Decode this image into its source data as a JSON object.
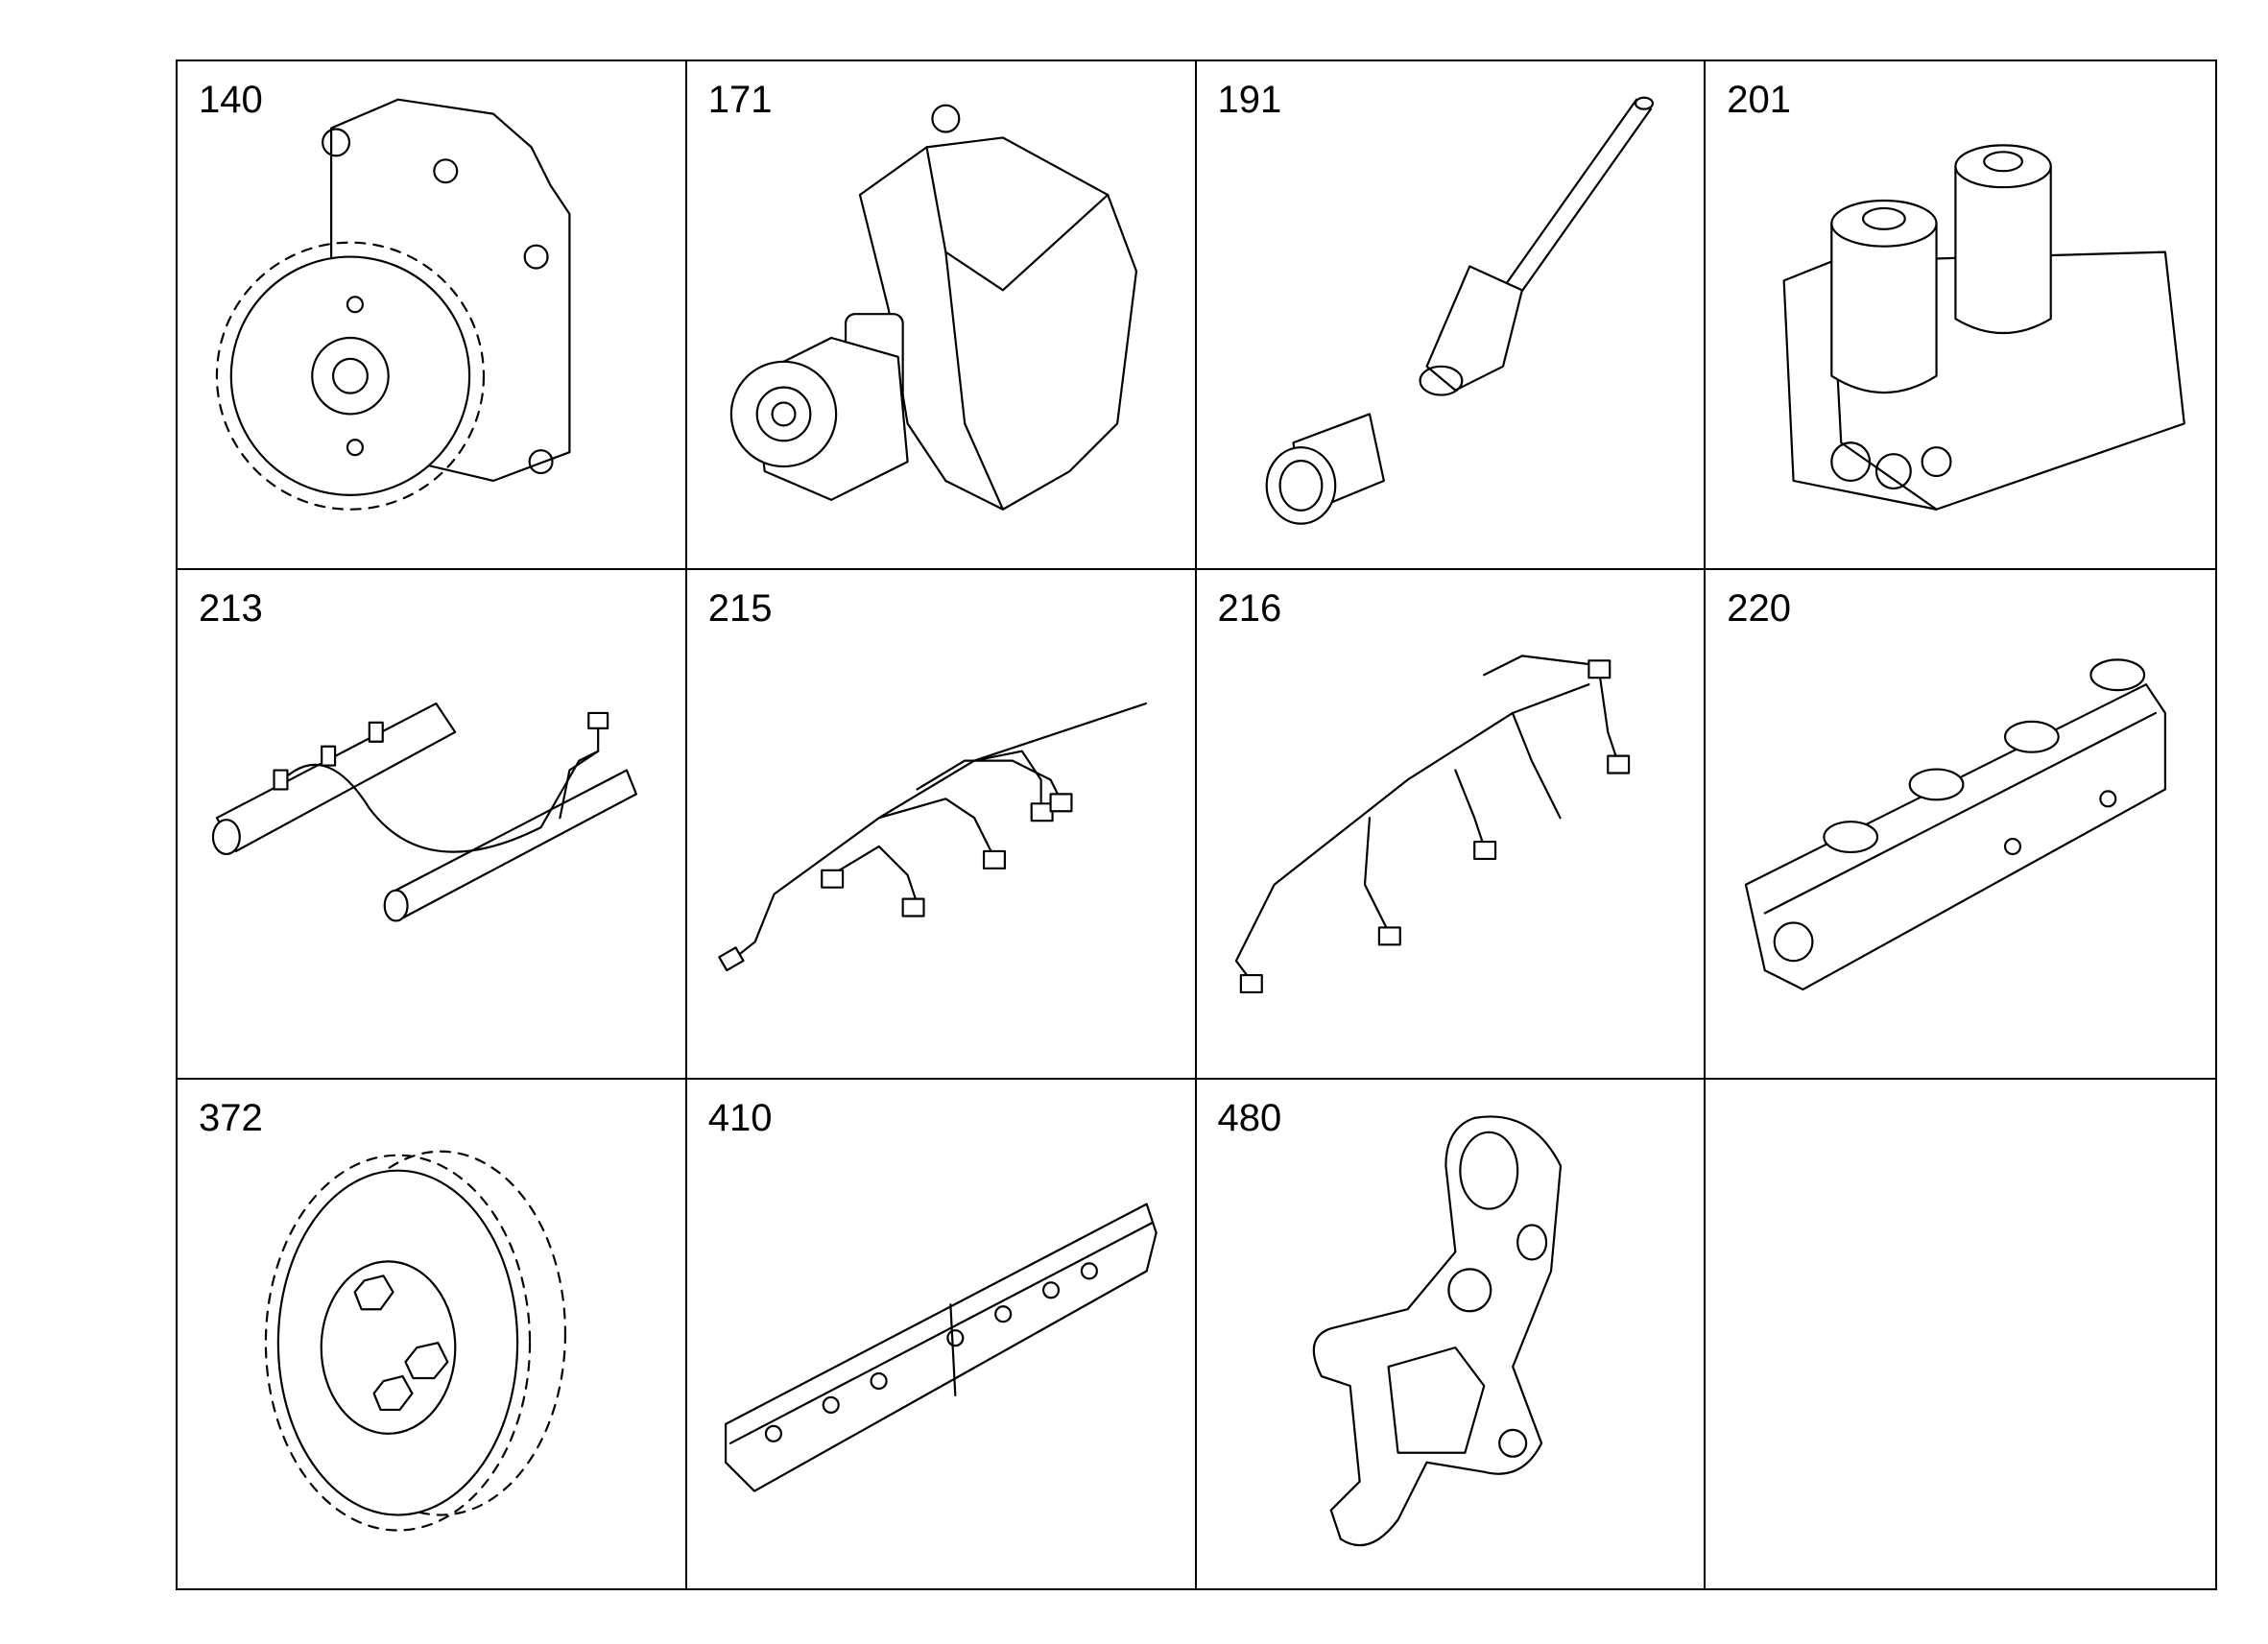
{
  "cells": [
    {
      "number": "140",
      "icon": "gear-pump-icon"
    },
    {
      "number": "171",
      "icon": "injection-pump-icon"
    },
    {
      "number": "191",
      "icon": "injector-tube-icon"
    },
    {
      "number": "201",
      "icon": "fuel-filter-housing-icon"
    },
    {
      "number": "213",
      "icon": "fuel-rail-left-icon"
    },
    {
      "number": "215",
      "icon": "fuel-lines-icon"
    },
    {
      "number": "216",
      "icon": "fuel-lines-icon"
    },
    {
      "number": "220",
      "icon": "fuel-rail-right-icon"
    },
    {
      "number": "372",
      "icon": "drive-gear-icon"
    },
    {
      "number": "410",
      "icon": "rail-cover-icon"
    },
    {
      "number": "480",
      "icon": "bracket-icon"
    },
    {
      "number": "",
      "icon": ""
    }
  ]
}
